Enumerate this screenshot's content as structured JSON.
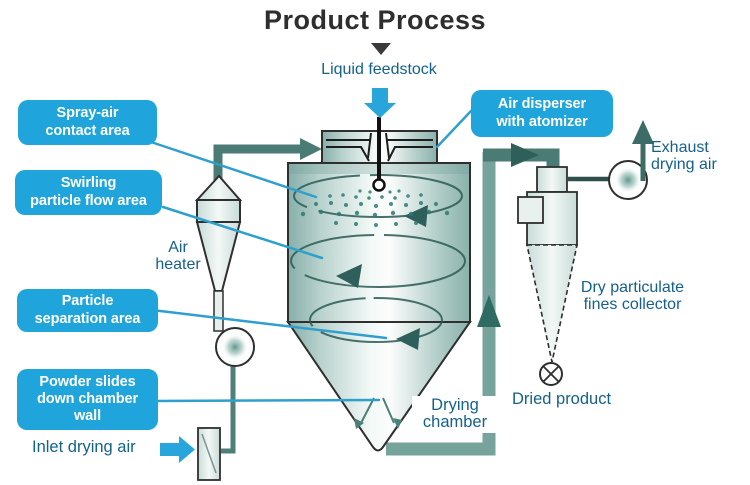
{
  "title": "Product Process",
  "labels": {
    "liquid_feedstock": "Liquid feedstock",
    "air_heater": "Air\nheater",
    "inlet_drying_air": "Inlet drying air",
    "drying_chamber": "Drying\nchamber",
    "dried_product": "Dried product",
    "fines_collector": "Dry particulate\nfines collector",
    "exhaust_drying_air": "Exhaust\ndrying air"
  },
  "callouts": {
    "spray_air": "Spray-air\ncontact area",
    "swirling": "Swirling\nparticle flow area",
    "particle_separation": "Particle\nseparation area",
    "powder_slides": "Powder slides\ndown chamber\nwall",
    "air_disperser": "Air disperser\nwith atomizer"
  },
  "colors": {
    "callout_bg": "#1fa4db",
    "callout_text": "#ffffff",
    "label_text": "#14618c",
    "title_text": "#2e2e2e",
    "leader_line": "#2f9fce",
    "feed_arrow_blue": "#28a6dc",
    "pipe_dark_teal": "#4a7b75",
    "pipe_light_teal": "#76a39b",
    "flow_arrow_dark": "#2e6b62",
    "vessel_edge": "#86afa9",
    "outline": "#2f2f2f"
  }
}
